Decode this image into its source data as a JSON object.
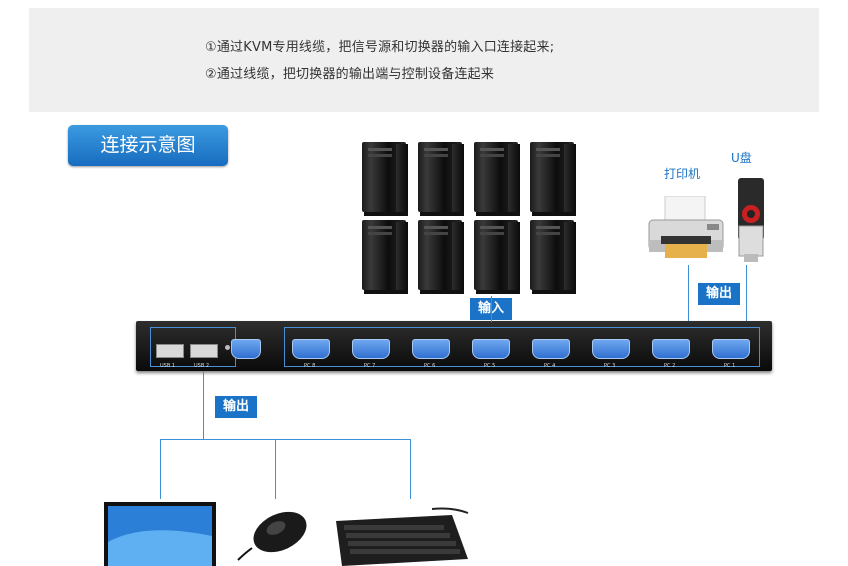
{
  "instructions": {
    "line1": "①通过KVM专用线缆，把信号源和切换器的输入口连接起来;",
    "line2": "②通过线缆，把切换器的输出端与控制设备连起来"
  },
  "diagram": {
    "title": "连接示意图",
    "input_label": "输入",
    "output_top_label": "输出",
    "output_bottom_label": "输出",
    "printer_label": "打印机",
    "usb_label": "U盘",
    "ports": [
      "USB 1",
      "USB 2",
      "PC 8",
      "PC 7",
      "PC 6",
      "PC 5",
      "PC 4",
      "PC 3",
      "PC 2",
      "PC 1"
    ]
  },
  "colors": {
    "accent": "#1a73c6",
    "panel_bg": "#efefef",
    "line": "#3d8fd6"
  }
}
